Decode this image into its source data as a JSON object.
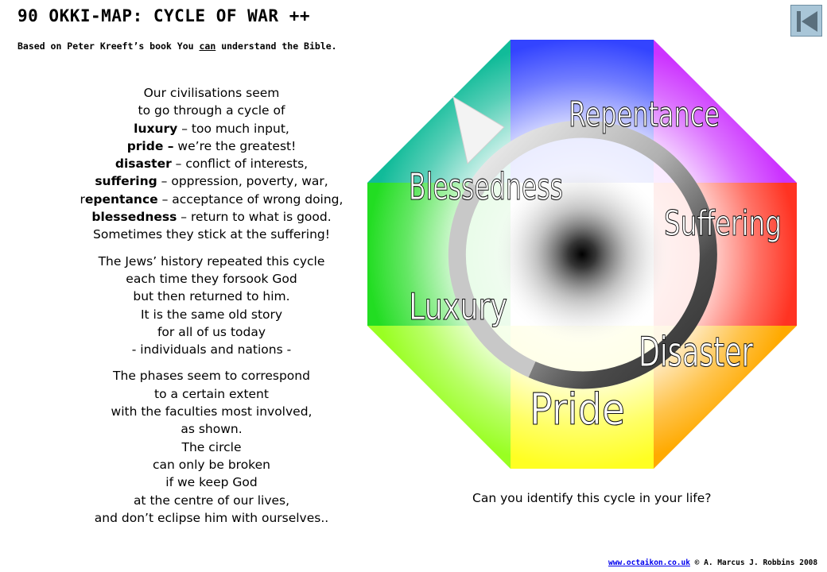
{
  "header": {
    "title": "90 OKKI-MAP: CYCLE OF WAR ++",
    "subtitle_before": "Based on Peter Kreeft’s book You ",
    "subtitle_underlined": "can",
    "subtitle_after": " understand the Bible."
  },
  "nav": {
    "back_icon": "skip-back-icon"
  },
  "body_text": {
    "p1": {
      "l1": "Our civilisations  seem",
      "l2": "to go through  a cycle of",
      "l3_bold": "luxury",
      "l3_rest": " – too much input,",
      "l4_bold": "pride –",
      "l4_rest": " we’re the greatest!",
      "l5_bold": "disaster",
      "l5_rest": " – conflict of interests,",
      "l6_bold": "suffering",
      "l6_rest": " – oppression, poverty, war,",
      "l7_pre": "r",
      "l7_bold": "epentance",
      "l7_rest": " – acceptance of wrong doing,",
      "l8_bold": "blessedness",
      "l8_rest": " – return to what is good.",
      "l9": "Sometimes they stick at the suffering!"
    },
    "p2": {
      "l1": "The Jews’ history  repeated this cycle",
      "l2": "each time they forsook God",
      "l3": "but then returned to him.",
      "l4": "It is the same old story",
      "l5": "for all of us today",
      "l6": "- individuals  and nations -"
    },
    "p3": {
      "l1": "The phases seem to correspond",
      "l2": "to a certain extent",
      "l3": "with the faculties most involved,",
      "l4": "as shown.",
      "l5": "The circle",
      "l6": "can only be broken",
      "l7": "if we keep God",
      "l8": "at the centre of our lives,",
      "l9": "and don’t eclipse him with ourselves.."
    }
  },
  "diagram": {
    "phases": [
      "Repentance",
      "Blessedness",
      "Suffering",
      "Luxury",
      "Disaster",
      "Pride"
    ],
    "colors": {
      "top": "#3344ff",
      "top_right": "#cc33ff",
      "right": "#ff3322",
      "bottom_right": "#ffaa00",
      "bottom": "#ffff22",
      "bottom_left": "#99ff22",
      "left": "#22dd22",
      "top_left": "#11bb99"
    }
  },
  "question": "Can you identify this  cycle in your life?",
  "footer": {
    "link": "www.octaikon.co.uk",
    "credit": " © A. Marcus J. Robbins 2008"
  }
}
